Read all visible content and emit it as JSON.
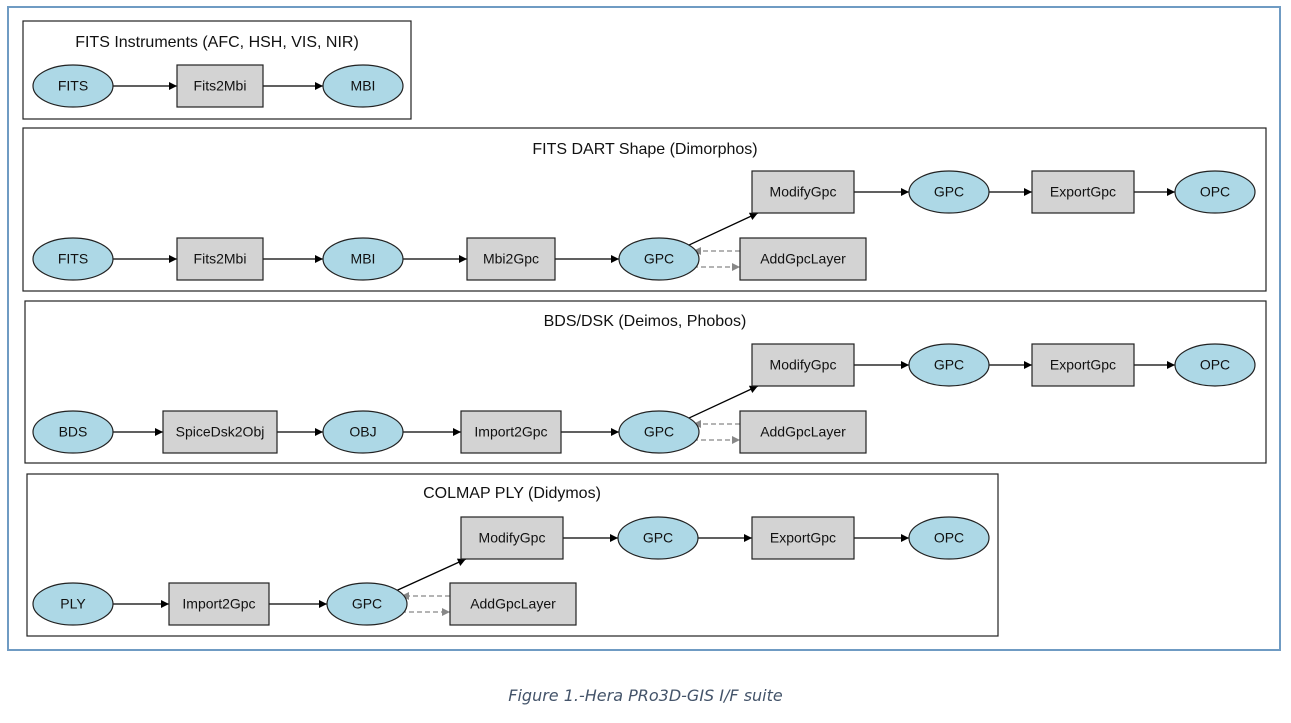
{
  "figure": {
    "caption": "Figure 1.-Hera PRo3D-GIS I/F suite",
    "colors": {
      "data_node": "#add8e6",
      "process_node": "#d3d3d3",
      "frame_border": "#6f9bc3",
      "dashed_edge": "#888888"
    }
  },
  "clusters": [
    {
      "id": "fits-instruments",
      "title": "FITS Instruments (AFC, HSH, VIS, NIR)",
      "nodes": [
        {
          "id": "fits",
          "label": "FITS",
          "kind": "data"
        },
        {
          "id": "fits2mbi",
          "label": "Fits2Mbi",
          "kind": "process"
        },
        {
          "id": "mbi",
          "label": "MBI",
          "kind": "data"
        }
      ],
      "edges": [
        {
          "from": "fits",
          "to": "fits2mbi",
          "style": "solid"
        },
        {
          "from": "fits2mbi",
          "to": "mbi",
          "style": "solid"
        }
      ]
    },
    {
      "id": "fits-dart",
      "title": "FITS DART Shape (Dimorphos)",
      "nodes": [
        {
          "id": "fits",
          "label": "FITS",
          "kind": "data"
        },
        {
          "id": "fits2mbi",
          "label": "Fits2Mbi",
          "kind": "process"
        },
        {
          "id": "mbi",
          "label": "MBI",
          "kind": "data"
        },
        {
          "id": "mbi2gpc",
          "label": "Mbi2Gpc",
          "kind": "process"
        },
        {
          "id": "gpc1",
          "label": "GPC",
          "kind": "data"
        },
        {
          "id": "modifygpc",
          "label": "ModifyGpc",
          "kind": "process"
        },
        {
          "id": "addgpclayer",
          "label": "AddGpcLayer",
          "kind": "process"
        },
        {
          "id": "gpc2",
          "label": "GPC",
          "kind": "data"
        },
        {
          "id": "exportgpc",
          "label": "ExportGpc",
          "kind": "process"
        },
        {
          "id": "opc",
          "label": "OPC",
          "kind": "data"
        }
      ],
      "edges": [
        {
          "from": "fits",
          "to": "fits2mbi",
          "style": "solid"
        },
        {
          "from": "fits2mbi",
          "to": "mbi",
          "style": "solid"
        },
        {
          "from": "mbi",
          "to": "mbi2gpc",
          "style": "solid"
        },
        {
          "from": "mbi2gpc",
          "to": "gpc1",
          "style": "solid"
        },
        {
          "from": "gpc1",
          "to": "modifygpc",
          "style": "solid"
        },
        {
          "from": "gpc1",
          "to": "addgpclayer",
          "style": "dashed"
        },
        {
          "from": "addgpclayer",
          "to": "gpc1",
          "style": "dashed"
        },
        {
          "from": "modifygpc",
          "to": "gpc2",
          "style": "solid"
        },
        {
          "from": "gpc2",
          "to": "exportgpc",
          "style": "solid"
        },
        {
          "from": "exportgpc",
          "to": "opc",
          "style": "solid"
        }
      ]
    },
    {
      "id": "bds-dsk",
      "title": "BDS/DSK (Deimos, Phobos)",
      "nodes": [
        {
          "id": "bds",
          "label": "BDS",
          "kind": "data"
        },
        {
          "id": "spicedsk2obj",
          "label": "SpiceDsk2Obj",
          "kind": "process"
        },
        {
          "id": "obj",
          "label": "OBJ",
          "kind": "data"
        },
        {
          "id": "import2gpc",
          "label": "Import2Gpc",
          "kind": "process"
        },
        {
          "id": "gpc1",
          "label": "GPC",
          "kind": "data"
        },
        {
          "id": "modifygpc",
          "label": "ModifyGpc",
          "kind": "process"
        },
        {
          "id": "addgpclayer",
          "label": "AddGpcLayer",
          "kind": "process"
        },
        {
          "id": "gpc2",
          "label": "GPC",
          "kind": "data"
        },
        {
          "id": "exportgpc",
          "label": "ExportGpc",
          "kind": "process"
        },
        {
          "id": "opc",
          "label": "OPC",
          "kind": "data"
        }
      ],
      "edges": [
        {
          "from": "bds",
          "to": "spicedsk2obj",
          "style": "solid"
        },
        {
          "from": "spicedsk2obj",
          "to": "obj",
          "style": "solid"
        },
        {
          "from": "obj",
          "to": "import2gpc",
          "style": "solid"
        },
        {
          "from": "import2gpc",
          "to": "gpc1",
          "style": "solid"
        },
        {
          "from": "gpc1",
          "to": "modifygpc",
          "style": "solid"
        },
        {
          "from": "gpc1",
          "to": "addgpclayer",
          "style": "dashed"
        },
        {
          "from": "addgpclayer",
          "to": "gpc1",
          "style": "dashed"
        },
        {
          "from": "modifygpc",
          "to": "gpc2",
          "style": "solid"
        },
        {
          "from": "gpc2",
          "to": "exportgpc",
          "style": "solid"
        },
        {
          "from": "exportgpc",
          "to": "opc",
          "style": "solid"
        }
      ]
    },
    {
      "id": "colmap-ply",
      "title": "COLMAP PLY (Didymos)",
      "nodes": [
        {
          "id": "ply",
          "label": "PLY",
          "kind": "data"
        },
        {
          "id": "import2gpc",
          "label": "Import2Gpc",
          "kind": "process"
        },
        {
          "id": "gpc1",
          "label": "GPC",
          "kind": "data"
        },
        {
          "id": "modifygpc",
          "label": "ModifyGpc",
          "kind": "process"
        },
        {
          "id": "addgpclayer",
          "label": "AddGpcLayer",
          "kind": "process"
        },
        {
          "id": "gpc2",
          "label": "GPC",
          "kind": "data"
        },
        {
          "id": "exportgpc",
          "label": "ExportGpc",
          "kind": "process"
        },
        {
          "id": "opc",
          "label": "OPC",
          "kind": "data"
        }
      ],
      "edges": [
        {
          "from": "ply",
          "to": "import2gpc",
          "style": "solid"
        },
        {
          "from": "import2gpc",
          "to": "gpc1",
          "style": "solid"
        },
        {
          "from": "gpc1",
          "to": "modifygpc",
          "style": "solid"
        },
        {
          "from": "gpc1",
          "to": "addgpclayer",
          "style": "dashed"
        },
        {
          "from": "addgpclayer",
          "to": "gpc1",
          "style": "dashed"
        },
        {
          "from": "modifygpc",
          "to": "gpc2",
          "style": "solid"
        },
        {
          "from": "gpc2",
          "to": "exportgpc",
          "style": "solid"
        },
        {
          "from": "exportgpc",
          "to": "opc",
          "style": "solid"
        }
      ]
    }
  ]
}
